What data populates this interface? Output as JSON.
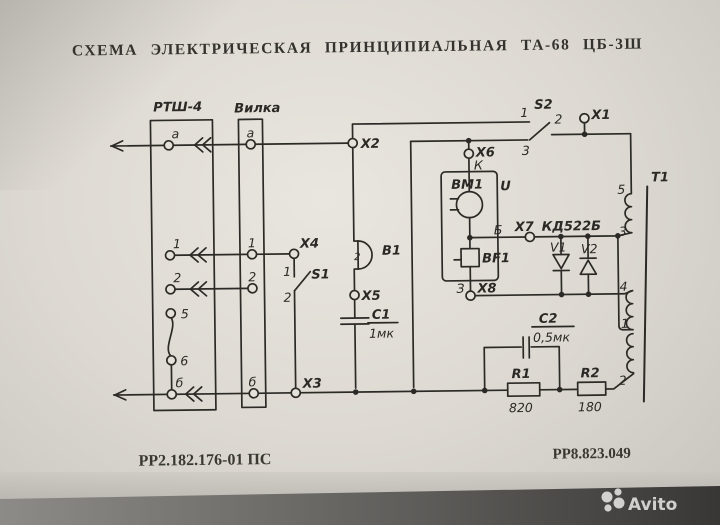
{
  "title": "СХЕМА ЭЛЕКТРИЧЕСКАЯ ПРИНЦИПИАЛЬНАЯ ТА-68 ЦБ-3Ш",
  "connectors": {
    "rtsh": {
      "label": "РТШ-4",
      "t_a": "а",
      "t_1": "1",
      "t_2": "2",
      "t_5": "5",
      "t_6": "6",
      "t_b": "б"
    },
    "vilka": {
      "label": "Вилка",
      "t_a": "а",
      "t_1": "1",
      "t_2": "2",
      "t_b": "б"
    }
  },
  "test_points": {
    "x1": "X1",
    "x2": "X2",
    "x3": "X3",
    "x4": "X4",
    "x5": "X5",
    "x6": "X6",
    "x7": "X7",
    "x8": "X8"
  },
  "switches": {
    "s1": {
      "label": "S1",
      "c1": "1",
      "c2": "2"
    },
    "s2": {
      "label": "S2",
      "c1": "1",
      "c2": "2",
      "c3": "3"
    }
  },
  "ringer": {
    "label": "B1",
    "mark": "2"
  },
  "capacitors": {
    "c1": {
      "label": "C1",
      "value": "1мк"
    },
    "c2": {
      "label": "C2",
      "value": "0,5мк"
    }
  },
  "resistors": {
    "r1": {
      "label": "R1",
      "value": "820"
    },
    "r2": {
      "label": "R2",
      "value": "180"
    }
  },
  "diodes": {
    "type": "КД522Б",
    "v1": "V1",
    "v2": "V2"
  },
  "handset": {
    "label": "U",
    "mic": "BM1",
    "receiver": "BF1",
    "pin_k": "К",
    "pin_b": "Б",
    "pin_z": "З"
  },
  "transformer": {
    "label": "Т1",
    "t5": "5",
    "t3": "3",
    "t4": "4",
    "t1": "1",
    "t2": "2"
  },
  "doc_numbers": {
    "left": "РР2.182.176-01 ПС",
    "right": "РР8.823.049"
  },
  "watermark": "Avito",
  "colors": {
    "paper": "#ddd9d2",
    "ink": "#2c2a26",
    "band_dark": "#3a3938"
  }
}
